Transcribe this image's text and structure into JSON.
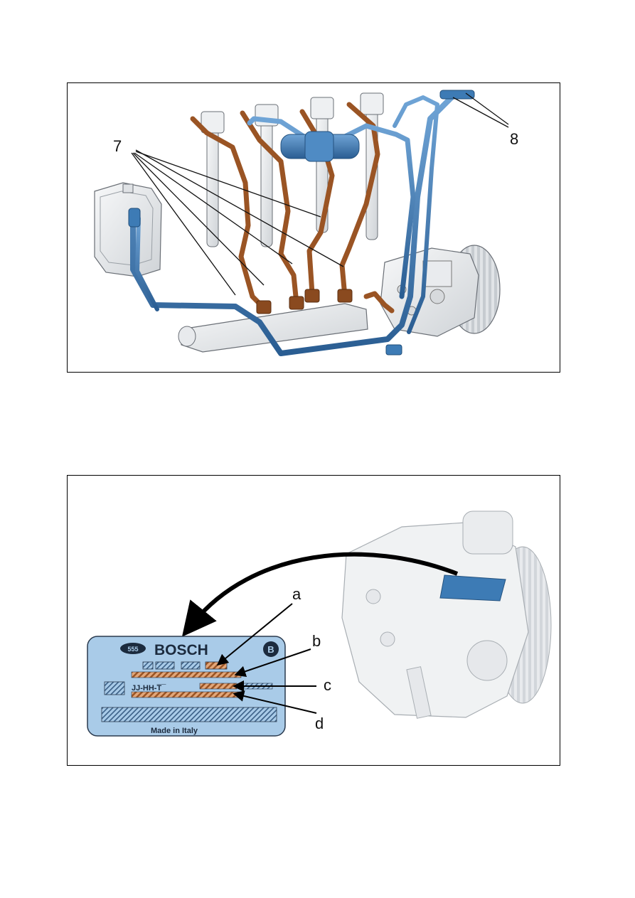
{
  "figure1": {
    "callouts": {
      "injector_pipes": "7",
      "return_pipes": "8"
    },
    "colors": {
      "fuel_return_blue": "#3d7bb5",
      "high_pressure_brown": "#9a5424",
      "engine_grey": "#e6e8ea",
      "outline": "#5a5f66"
    }
  },
  "figure2": {
    "plate": {
      "brand": "BOSCH",
      "badge_left": "555",
      "badge_right": "B",
      "code_line": "JJ-HH-T̅ ̅̅̅",
      "footer": "Made in Italy",
      "background_color": "#a9cbe8",
      "hatch_color": "#c87a3e"
    },
    "callouts": {
      "a": "a",
      "b": "b",
      "c": "c",
      "d": "d"
    },
    "colors": {
      "pump_grey": "#eceef0",
      "label_blue": "#3d7bb5",
      "arrow_black": "#000000"
    }
  }
}
